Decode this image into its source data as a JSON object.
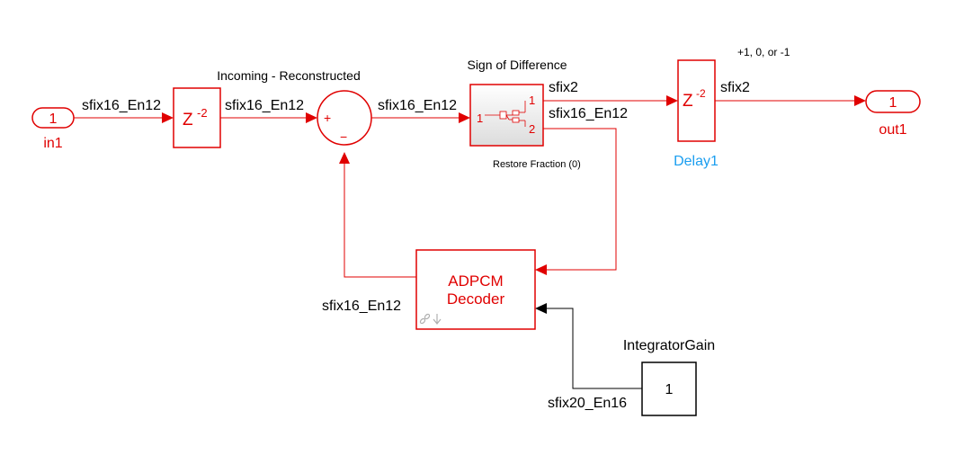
{
  "colors": {
    "block": "#e00000",
    "neutral": "#000000",
    "name_link": "#1a9ef0"
  },
  "blocks": {
    "in1": {
      "number": "1",
      "name": "in1"
    },
    "delay_in": {
      "base": "Z",
      "exp": "-2"
    },
    "sum": {
      "plus": "+",
      "minus": "−",
      "title": "Incoming - Reconstructed"
    },
    "sign": {
      "title": "Sign of Difference",
      "in_port": "1",
      "out_port1": "1",
      "out_port2": "2",
      "note": "Restore Fraction (0)"
    },
    "delay1": {
      "base": "Z",
      "exp": "-2",
      "name": "Delay1",
      "note": "+1, 0, or -1"
    },
    "out1": {
      "number": "1",
      "name": "out1"
    },
    "decoder": {
      "line1": "ADPCM",
      "line2": "Decoder",
      "link_icon": "link-icon"
    },
    "gain": {
      "value": "1",
      "name": "IntegratorGain"
    }
  },
  "signals": {
    "in1_to_delay": "sfix16_En12",
    "delay_to_sum": "sfix16_En12",
    "sum_to_sign": "sfix16_En12",
    "sign_out1": "sfix2",
    "sign_out2": "sfix16_En12",
    "delay1_out": "sfix2",
    "decoder_out": "sfix16_En12",
    "gain_out": "sfix20_En16"
  }
}
